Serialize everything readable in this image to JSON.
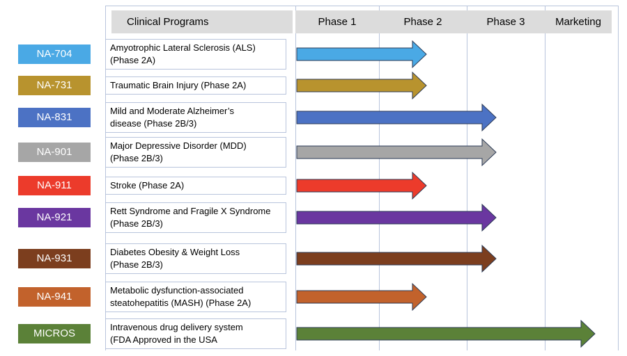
{
  "header": {
    "programs_label": "Clinical Programs",
    "phases": [
      "Phase 1",
      "Phase 2",
      "Phase 3",
      "Marketing"
    ]
  },
  "programs": [
    {
      "code": "NA-704",
      "color": "#4aa9e5",
      "line1": "Amyotrophic Lateral Sclerosis (ALS)",
      "line2": "(Phase 2A)",
      "progress": "Phase 2"
    },
    {
      "code": "NA-731",
      "color": "#b8932e",
      "line1": "Traumatic Brain Injury (Phase 2A)",
      "line2": "",
      "progress": "Phase 2"
    },
    {
      "code": "NA-831",
      "color": "#4c72c4",
      "line1": "Mild and Moderate Alzheimer’s",
      "line2": "disease (Phase 2B/3)",
      "progress": "Phase 3"
    },
    {
      "code": "NA-901",
      "color": "#a6a6a6",
      "line1": "Major Depressive Disorder (MDD)",
      "line2": "(Phase 2B/3)",
      "progress": "Phase 3"
    },
    {
      "code": "NA-911",
      "color": "#ec3b2b",
      "line1": "Stroke (Phase 2A)",
      "line2": "",
      "progress": "Phase 2"
    },
    {
      "code": "NA-921",
      "color": "#6a37a0",
      "line1": "Rett Syndrome and Fragile X Syndrome",
      "line2": "(Phase 2B/3)",
      "progress": "Phase 3"
    },
    {
      "code": "NA-931",
      "color": "#7c3e1e",
      "line1": "Diabetes Obesity & Weight Loss",
      "line2": "(Phase 2B/3)",
      "progress": "Phase 3"
    },
    {
      "code": "NA-941",
      "color": "#c2622c",
      "line1": "Metabolic dysfunction-associated",
      "line2": "steatohepatitis (MASH) (Phase 2A)",
      "progress": "Phase 2"
    },
    {
      "code": "MICROS",
      "color": "#5b8138",
      "line1": "Intravenous drug delivery system",
      "line2": "(FDA Approved in the USA",
      "progress": "Marketing"
    }
  ]
}
